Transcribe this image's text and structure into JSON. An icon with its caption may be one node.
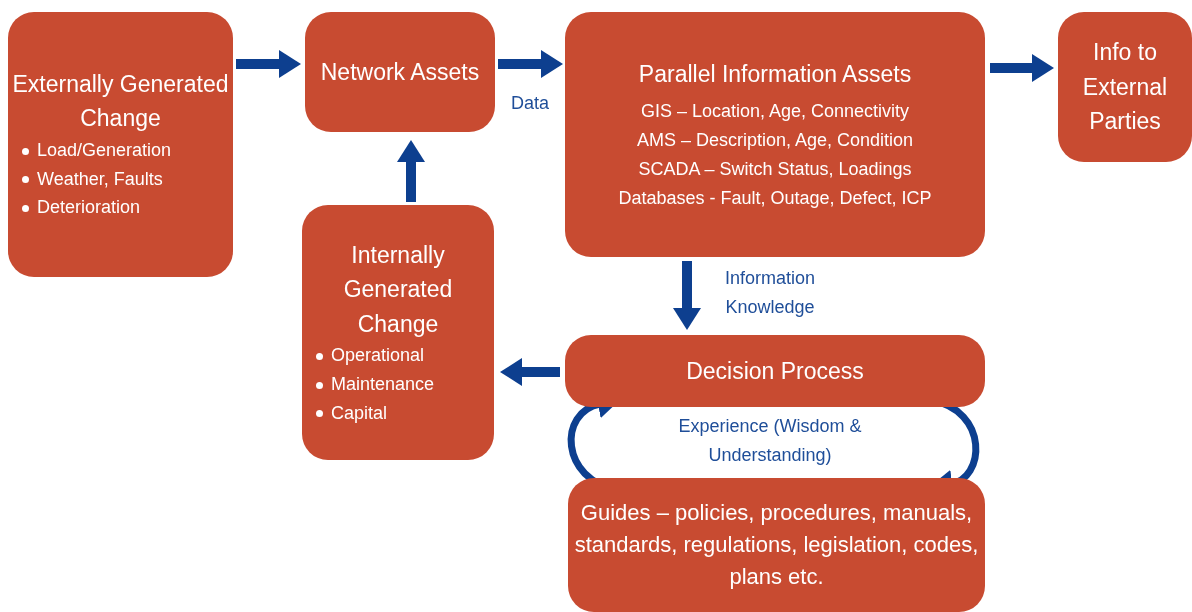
{
  "diagram": {
    "nodes": [
      {
        "text": [
          "Externally Generated Change",
          "Load/Generation",
          "Weather, Faults",
          "Deterioration"
        ]
      },
      {
        "text": [
          "Network Assets"
        ]
      },
      {
        "text": [
          "Parallel Information Assets",
          "GIS – Location, Age, Connectivity",
          "AMS – Description, Age, Condition",
          "SCADA – Switch Status, Loadings",
          "Databases - Fault, Outage, Defect, ICP"
        ]
      },
      {
        "text": [
          "Info to External Parties"
        ]
      },
      {
        "text": [
          "Internally Generated Change",
          "Operational",
          "Maintenance",
          "Capital"
        ]
      },
      {
        "text": [
          "Decision Process"
        ]
      },
      {
        "text": [
          "Guides – policies, procedures, manuals, standards, regulations, legislation, codes, plans etc."
        ]
      }
    ],
    "edges": [
      {
        "from": 0,
        "to": 1,
        "arrow": "to"
      },
      {
        "from": 1,
        "to": 2,
        "arrow": "to",
        "label": "Data"
      },
      {
        "from": 2,
        "to": 3,
        "arrow": "to"
      },
      {
        "from": 2,
        "to": 5,
        "arrow": "to",
        "label": "Information Knowledge"
      },
      {
        "from": 5,
        "to": 4,
        "arrow": "to"
      },
      {
        "from": 4,
        "to": 1,
        "arrow": "to"
      },
      {
        "from": 6,
        "to": 5,
        "arrow": "to"
      },
      {
        "from": 5,
        "to": 6,
        "arrow": "to"
      }
    ],
    "labels": [
      "Experience (Wisdom & Understanding)"
    ]
  }
}
